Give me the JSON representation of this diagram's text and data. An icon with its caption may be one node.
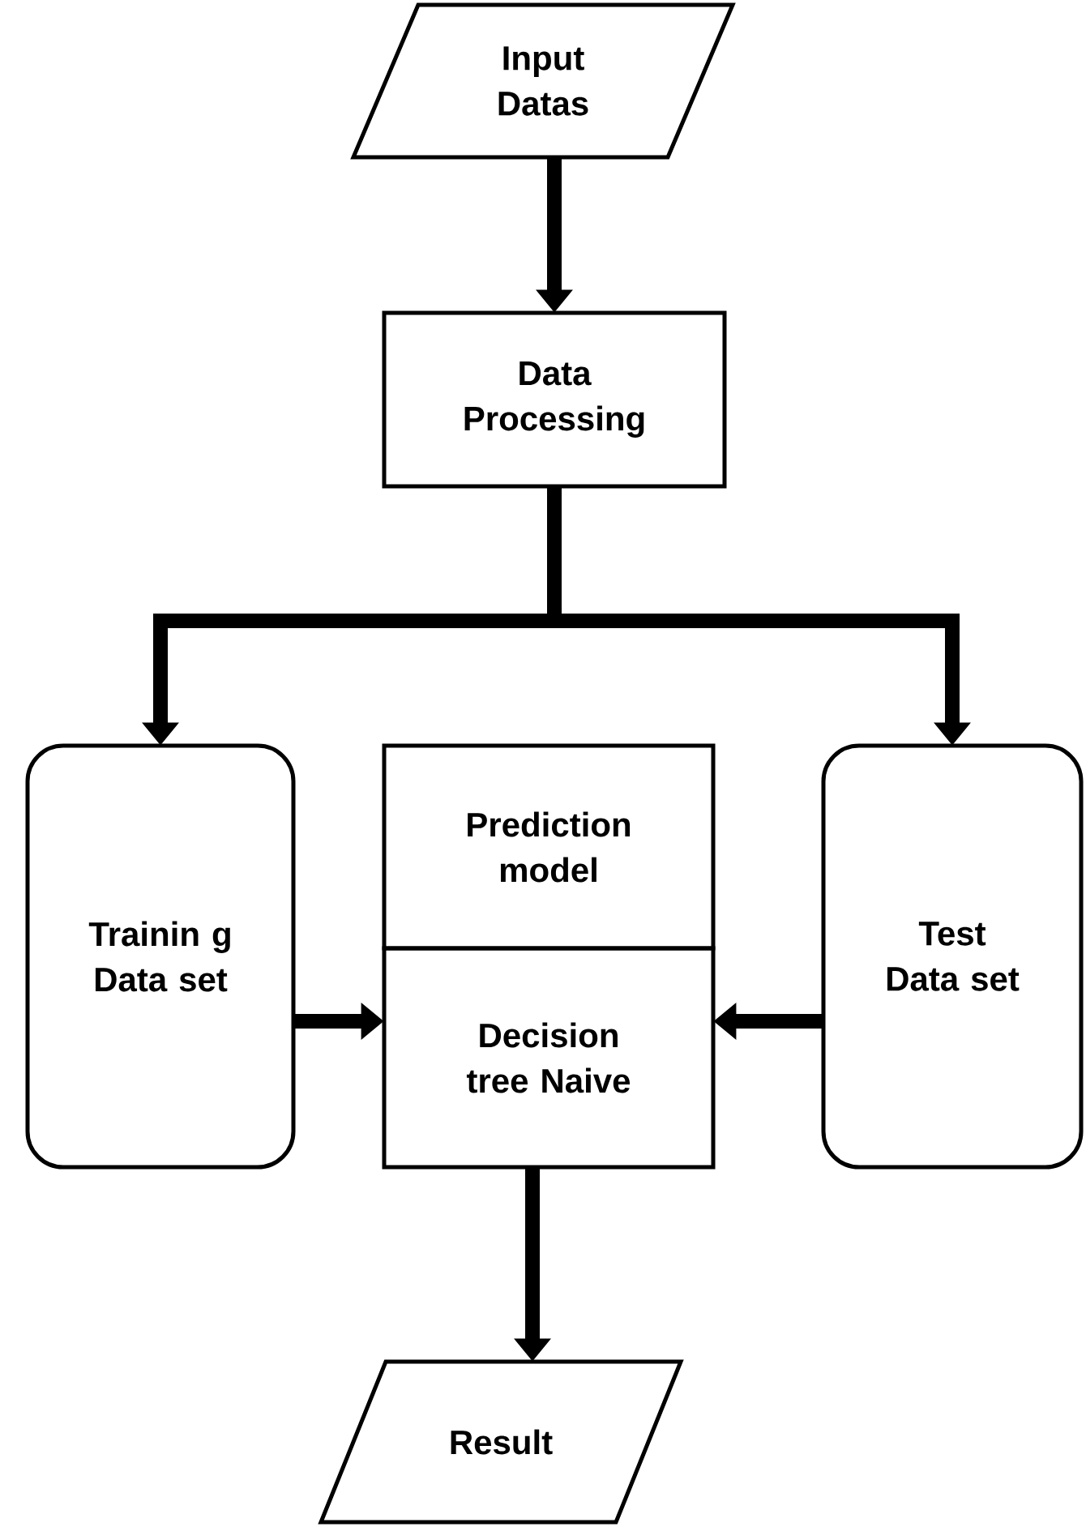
{
  "diagram": {
    "nodes": [
      {
        "text": [
          "Input Datas"
        ]
      },
      {
        "text": [
          "Data Processing"
        ]
      },
      {
        "text": [
          "Trainin g Data set"
        ]
      },
      {
        "text": [
          "Prediction model"
        ]
      },
      {
        "text": [
          "Decision tree Naive"
        ]
      },
      {
        "text": [
          "Test Data set"
        ]
      },
      {
        "text": [
          "Result"
        ]
      }
    ],
    "edges": [
      {
        "from": 0,
        "to": 1,
        "arrow": "to"
      },
      {
        "from": 1,
        "to": 2,
        "arrow": "to"
      },
      {
        "from": 1,
        "to": 5,
        "arrow": "to"
      },
      {
        "from": 2,
        "to": 4,
        "arrow": "to"
      },
      {
        "from": 5,
        "to": 4,
        "arrow": "to"
      },
      {
        "from": 4,
        "to": 6,
        "arrow": "to"
      }
    ]
  }
}
